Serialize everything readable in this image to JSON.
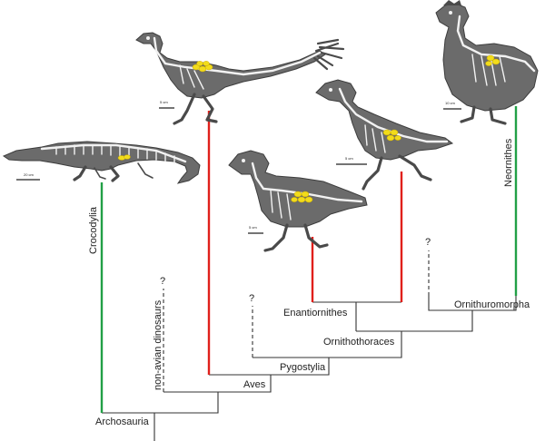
{
  "figure": {
    "clades": {
      "archosauria": "Archosauria",
      "crocodylia": "Crocodylia",
      "non_avian_dinosaurs": "non-avian dinosaurs",
      "aves": "Aves",
      "pygostylia": "Pygostylia",
      "ornithothoraces": "Ornithothoraces",
      "enantiornithes": "Enantiornithes",
      "ornithuromorpha": "Ornithuromorpha",
      "neornithes": "Neornithes"
    },
    "unknown_marker": "?",
    "scale_bars": {
      "croc": "20 cm",
      "oviraptorosaur": "5 cm",
      "confuciusornis": "5 cm",
      "enantiornithine": "5 cm",
      "chicken": "10 cm"
    },
    "colors": {
      "lineage_red": "#e0201b",
      "lineage_green": "#22a046",
      "egg_yellow": "#f2dc1b",
      "silhouette_gray": "#6b6b6b"
    }
  }
}
